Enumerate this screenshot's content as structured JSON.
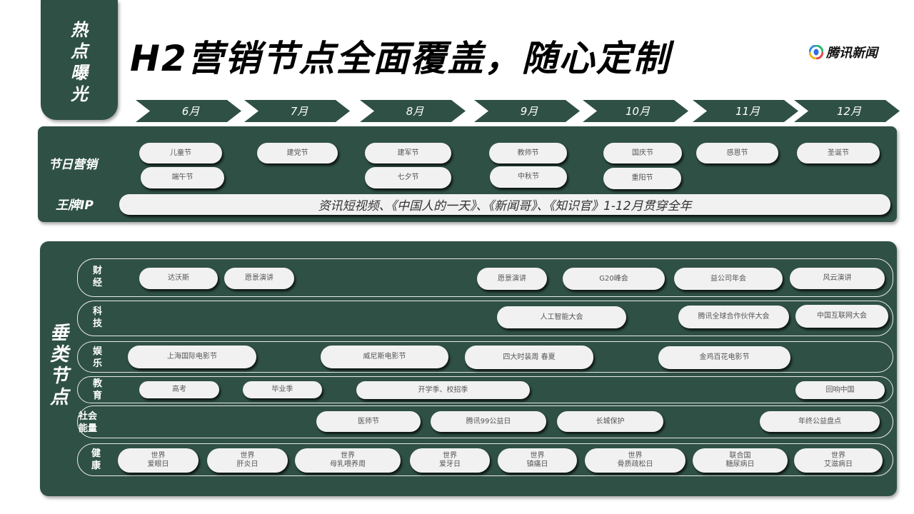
{
  "badge": {
    "chars": [
      "热",
      "点",
      "曝",
      "光"
    ]
  },
  "title": "H2营销节点全面覆盖，随心定制",
  "logo": {
    "icon": "tencent-news-logo-icon",
    "text": "腾讯新闻"
  },
  "months": [
    "6月",
    "7月",
    "8月",
    "9月",
    "10月",
    "11月",
    "12月"
  ],
  "holiday_marketing": {
    "label": "节日营销",
    "items": [
      {
        "label": "儿童节"
      },
      {
        "label": "端午节"
      },
      {
        "label": "建党节"
      },
      {
        "label": "建军节"
      },
      {
        "label": "七夕节"
      },
      {
        "label": "教师节"
      },
      {
        "label": "中秋节"
      },
      {
        "label": "国庆节"
      },
      {
        "label": "重阳节"
      },
      {
        "label": "感恩节"
      },
      {
        "label": "圣诞节"
      }
    ]
  },
  "ace_ip": {
    "label": "王牌IP",
    "text": "资讯短视频、《中国人的一天》、《新闻哥》、《知识官》1-12月贯穿全年"
  },
  "vertical": {
    "label": "垂类节点",
    "label_chars": [
      "垂",
      "类",
      "节",
      "点"
    ],
    "lanes": [
      {
        "label": "财\n经",
        "items": [
          "达沃斯",
          "愿景演讲",
          "愿景演讲",
          "G20峰会",
          "益公司年会",
          "风云演讲"
        ]
      },
      {
        "label": "科\n技",
        "items": [
          "人工智能大会",
          "腾讯全球合作伙伴大会",
          "中国互联网大会"
        ]
      },
      {
        "label": "娱\n乐",
        "items": [
          "上海国际电影节",
          "威尼斯电影节",
          "四大时装周 春夏",
          "金鸡百花电影节"
        ]
      },
      {
        "label": "教\n育",
        "items": [
          "高考",
          "毕业季",
          "开学季、校招季",
          "回响中国"
        ]
      },
      {
        "label": "社会\n能量",
        "items": [
          "医师节",
          "腾讯99公益日",
          "长城保护",
          "年终公益盘点"
        ]
      },
      {
        "label": "健\n康",
        "items": [
          "世界\n爱眼日",
          "世界\n肝炎日",
          "世界\n母乳喂养周",
          "世界\n爱牙日",
          "世界\n镇痛日",
          "世界\n骨质疏松日",
          "联合国\n糖尿病日",
          "世界\n艾滋病日"
        ]
      }
    ]
  },
  "colors": {
    "primary_green": "#2f5045",
    "pill_bg": "#f1f1f1",
    "title": "#000000"
  }
}
